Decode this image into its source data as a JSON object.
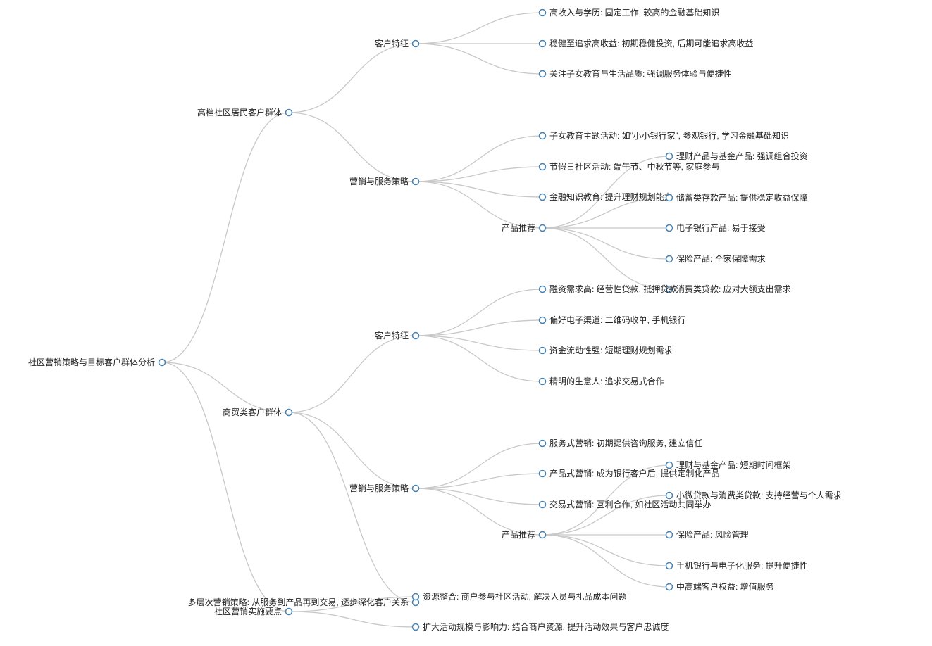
{
  "tree": {
    "id": "root",
    "label": "社区营销策略与目标客户群体分析",
    "children": [
      {
        "id": "high-end",
        "label": "高档社区居民客户群体",
        "children": [
          {
            "id": "high-end-traits",
            "label": "客户特征",
            "children": [
              {
                "id": "h1",
                "label": "高收入与学历: 固定工作, 较高的金融基础知识"
              },
              {
                "id": "h2",
                "label": "稳健至追求高收益: 初期稳健投资, 后期可能追求高收益"
              },
              {
                "id": "h3",
                "label": "关注子女教育与生活品质: 强调服务体验与便捷性"
              }
            ]
          },
          {
            "id": "high-end-strategy",
            "label": "营销与服务策略",
            "children": [
              {
                "id": "h4",
                "label": "子女教育主题活动: 如“小小银行家”, 参观银行, 学习金融基础知识"
              },
              {
                "id": "h5",
                "label": "节假日社区活动: 端午节、中秋节等, 家庭参与"
              },
              {
                "id": "h6",
                "label": "金融知识教育: 提升理财规划能力"
              },
              {
                "id": "high-end-products",
                "label": "产品推荐",
                "children": [
                  {
                    "id": "h7",
                    "label": "理财产品与基金产品: 强调组合投资"
                  },
                  {
                    "id": "h8",
                    "label": "储蓄类存款产品: 提供稳定收益保障"
                  },
                  {
                    "id": "h9",
                    "label": "电子银行产品: 易于接受"
                  },
                  {
                    "id": "h10",
                    "label": "保险产品: 全家保障需求"
                  },
                  {
                    "id": "h11",
                    "label": "消费类贷款: 应对大额支出需求"
                  }
                ]
              }
            ]
          }
        ]
      },
      {
        "id": "commerce",
        "label": "商贸类客户群体",
        "children": [
          {
            "id": "commerce-traits",
            "label": "客户特征",
            "children": [
              {
                "id": "c1",
                "label": "融资需求高: 经营性贷款, 抵押贷款"
              },
              {
                "id": "c2",
                "label": "偏好电子渠道: 二维码收单, 手机银行"
              },
              {
                "id": "c3",
                "label": "资金流动性强: 短期理财规划需求"
              },
              {
                "id": "c4",
                "label": "精明的生意人: 追求交易式合作"
              }
            ]
          },
          {
            "id": "commerce-strategy",
            "label": "营销与服务策略",
            "children": [
              {
                "id": "c5",
                "label": "服务式营销: 初期提供咨询服务, 建立信任"
              },
              {
                "id": "c6",
                "label": "产品式营销: 成为银行客户后, 提供定制化产品"
              },
              {
                "id": "c7",
                "label": "交易式营销: 互利合作, 如社区活动共同举办"
              },
              {
                "id": "commerce-products",
                "label": "产品推荐",
                "children": [
                  {
                    "id": "c8",
                    "label": "理财与基金产品: 短期时间框架"
                  },
                  {
                    "id": "c9",
                    "label": "小微贷款与消费类贷款: 支持经营与个人需求"
                  },
                  {
                    "id": "c10",
                    "label": "保险产品: 风险管理"
                  },
                  {
                    "id": "c11",
                    "label": "手机银行与电子化服务: 提升便捷性"
                  },
                  {
                    "id": "c12",
                    "label": "中高端客户权益: 增值服务"
                  }
                ]
              }
            ]
          },
          {
            "id": "c13",
            "label": "多层次营销策略: 从服务到产品再到交易, 逐步深化客户关系"
          }
        ]
      },
      {
        "id": "implementation",
        "label": "社区营销实施要点",
        "children": [
          {
            "id": "i1",
            "label": "资源整合: 商户参与社区活动, 解决人员与礼品成本问题"
          },
          {
            "id": "i2",
            "label": "扩大活动规模与影响力: 结合商户资源, 提升活动效果与客户忠诚度"
          }
        ]
      }
    ]
  }
}
